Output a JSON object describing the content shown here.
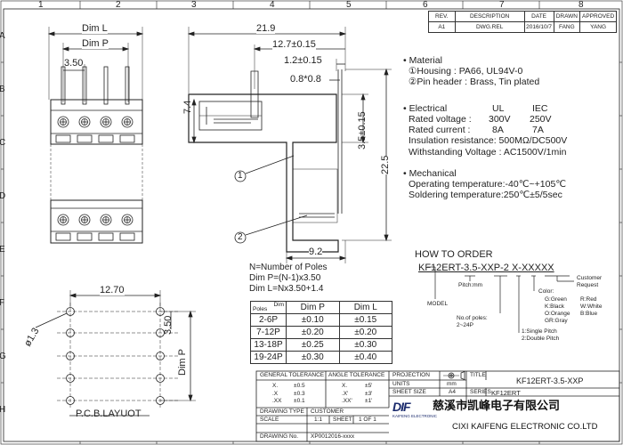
{
  "zones": {
    "columns": [
      "1",
      "2",
      "3",
      "4",
      "5",
      "6",
      "7",
      "8"
    ],
    "rows": [
      "A",
      "B",
      "C",
      "D",
      "E",
      "F",
      "G",
      "H"
    ]
  },
  "revision": {
    "headers": [
      "REV.",
      "DESCRIPTION",
      "DATE",
      "DRAWN",
      "APPROVED"
    ],
    "row": [
      "A1",
      "DWG.REL",
      "2016/10/7",
      "FANG",
      "YANG"
    ]
  },
  "front_view": {
    "dim_l": "Dim L",
    "dim_p": "Dim P",
    "pitch": "3.50",
    "pin_count_shown": 4
  },
  "side_view": {
    "width": "21.9",
    "len1": "12.7±0.15",
    "len2": "1.2±0.15",
    "pin_section": "0.8*0.8",
    "height_left": "7.4",
    "height_pin": "3.5±0.15",
    "height_total": "22.5",
    "bottom": "9.2",
    "callout1": "1",
    "callout2": "2"
  },
  "specs": {
    "material_title": "• Material",
    "housing": "①Housing : PA66, UL94V-0",
    "pin_header": "②Pin header : Brass, Tin plated",
    "electrical_title": "• Electrical",
    "ul_label": "UL",
    "iec_label": "IEC",
    "rated_voltage_label": "Rated voltage :",
    "rated_voltage_ul": "300V",
    "rated_voltage_iec": "250V",
    "rated_current_label": "Rated current :",
    "rated_current_ul": "8A",
    "rated_current_iec": "7A",
    "insulation": "Insulation resistance: 500MΩ/DC500V",
    "withstanding": "Withstanding Voltage : AC1500V/1min",
    "mechanical_title": "• Mechanical",
    "operating_temp": "Operating temperature:-40℃~+105℃",
    "soldering_temp": "Soldering temperature:250℃±5/5sec"
  },
  "how_to_order": {
    "title": "HOW TO ORDER",
    "code": "KF12ERT-3.5-XXP-2 X-XXXXX",
    "model": "MODEL",
    "pitch": "Pitch:mm",
    "poles_1": "No.of poles:",
    "poles_2": "2~24P",
    "single": "1:Single Pitch",
    "double": "2:Double Pitch",
    "color_title": "Color:",
    "colors": [
      "G:Green",
      "R:Red",
      "K:Black",
      "W:White",
      "O:Orange",
      "B:Blue",
      "GR:Gray"
    ],
    "customer_1": "Customer",
    "customer_2": "Request"
  },
  "pole_formula": {
    "n": "N=Number of Poles",
    "dim_p": "Dim P=(N-1)x3.50",
    "dim_l": "Dim L=Nx3.50+1.4"
  },
  "pole_table": {
    "corner_top": "Dim",
    "corner_bottom": "Poles",
    "headers": [
      "Dim P",
      "Dim L"
    ],
    "rows": [
      [
        "2-6P",
        "±0.10",
        "±0.15"
      ],
      [
        "7-12P",
        "±0.20",
        "±0.20"
      ],
      [
        "13-18P",
        "±0.25",
        "±0.30"
      ],
      [
        "19-24P",
        "±0.30",
        "±0.40"
      ]
    ]
  },
  "pcb": {
    "spacing": "12.70",
    "pitch": "3.50",
    "hole": "ø1.3",
    "dim_p": "Dim P",
    "title": "P.C.B.LAYUOT"
  },
  "title_block": {
    "general_tol": "GENERAL TOLERANCE",
    "angle_tol": "ANGLE TOLERANCE",
    "tol_rows": [
      [
        "X.",
        "±0.5",
        "X.",
        "±5'"
      ],
      [
        ".X",
        "±0.3",
        ".X'",
        "±3'"
      ],
      [
        ".XX",
        "±0.1",
        ".XX'",
        "±1'"
      ]
    ],
    "projection": "PROJECTION",
    "units": "UNITS",
    "units_val": "mm",
    "sheet_size": "SHEET SIZE",
    "sheet_size_val": "A4",
    "title_lbl": "TITLE",
    "title_val": "KF12ERT-3.5-XXP",
    "series_lbl": "SERIES",
    "series_val": "KF12ERT",
    "drawing_type": "DRAWING TYPE",
    "drawing_type_val": "CUSTOMER",
    "scale": "SCALE",
    "scale_val": "1:1",
    "sheet": "SHEET",
    "sheet_val": "1 OF 1",
    "drawing_no": "DRAWING No.",
    "drawing_no_val": "XP0012016-xxxx",
    "logo": "DIF",
    "logo_sub": "KAIFENG ELECTRONIC",
    "company_cn": "慈溪市凯峰电子有限公司",
    "company_en": "CIXI KAIFENG ELECTRONIC CO.LTD"
  }
}
